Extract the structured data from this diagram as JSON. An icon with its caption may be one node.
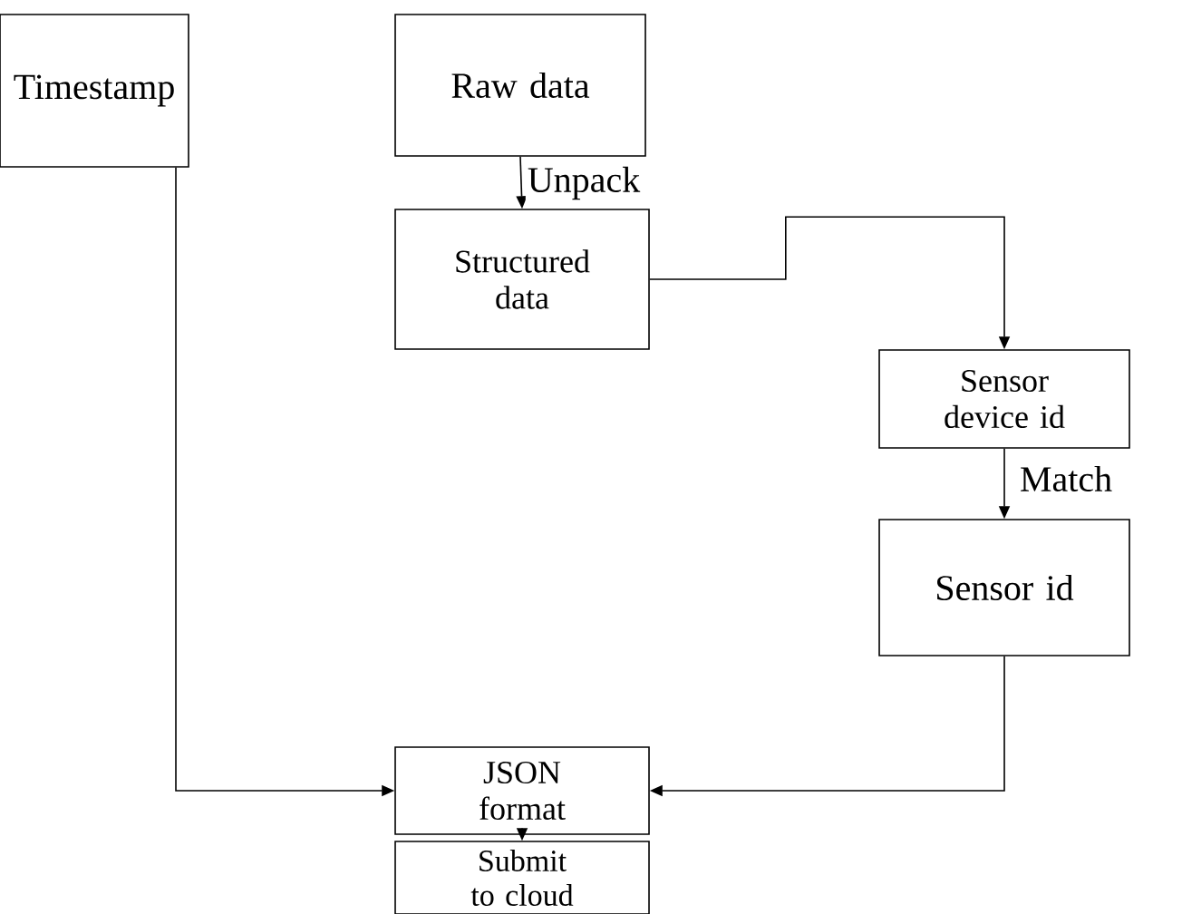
{
  "diagram": {
    "nodes": [
      {
        "text": [
          "Timestamp"
        ]
      },
      {
        "text": [
          "Raw data"
        ]
      },
      {
        "text": [
          "Structured data"
        ]
      },
      {
        "text": [
          "Sensor device id"
        ]
      },
      {
        "text": [
          "Sensor id"
        ]
      },
      {
        "text": [
          "JSON format"
        ]
      },
      {
        "text": [
          "Submit to cloud"
        ]
      }
    ],
    "edges": [
      {
        "from": 0,
        "to": 5,
        "arrow": "to"
      },
      {
        "from": 1,
        "to": 2,
        "arrow": "to",
        "label": "Unpack"
      },
      {
        "from": 2,
        "to": 3,
        "arrow": "to"
      },
      {
        "from": 3,
        "to": 4,
        "arrow": "to",
        "label": "Match"
      },
      {
        "from": 4,
        "to": 5,
        "arrow": "to"
      },
      {
        "from": 5,
        "to": 6,
        "arrow": "to"
      }
    ]
  }
}
